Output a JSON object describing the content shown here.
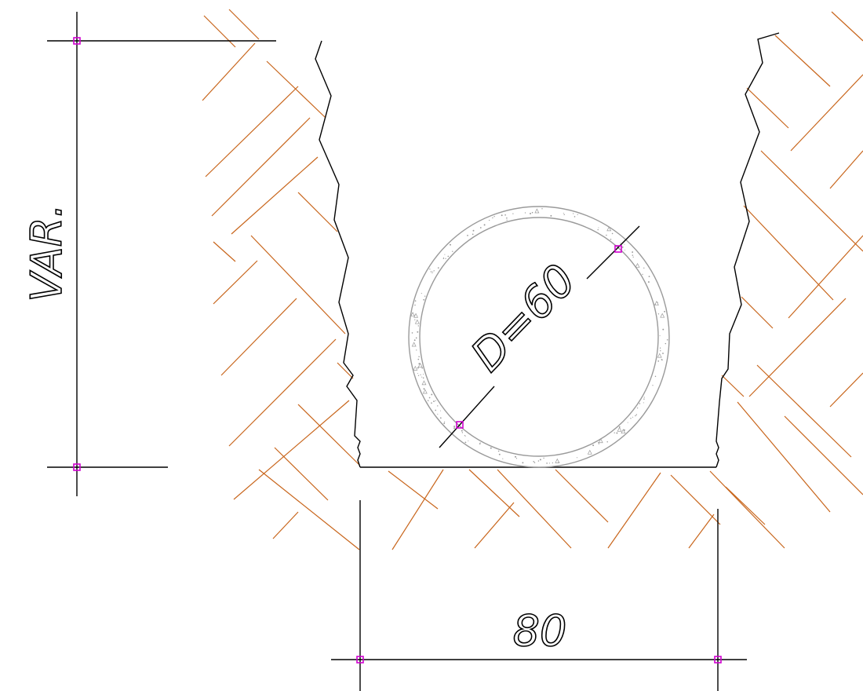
{
  "drawing": {
    "dimension_height_label": "VAR.",
    "dimension_width_label": "80",
    "pipe_diameter_label": "D=60"
  },
  "colors": {
    "line": "#000000",
    "soil_hatch": "#c8651b",
    "pipe_wall": "#9a9a9a",
    "grip_marker": "#d000d0",
    "background": "#ffffff"
  }
}
